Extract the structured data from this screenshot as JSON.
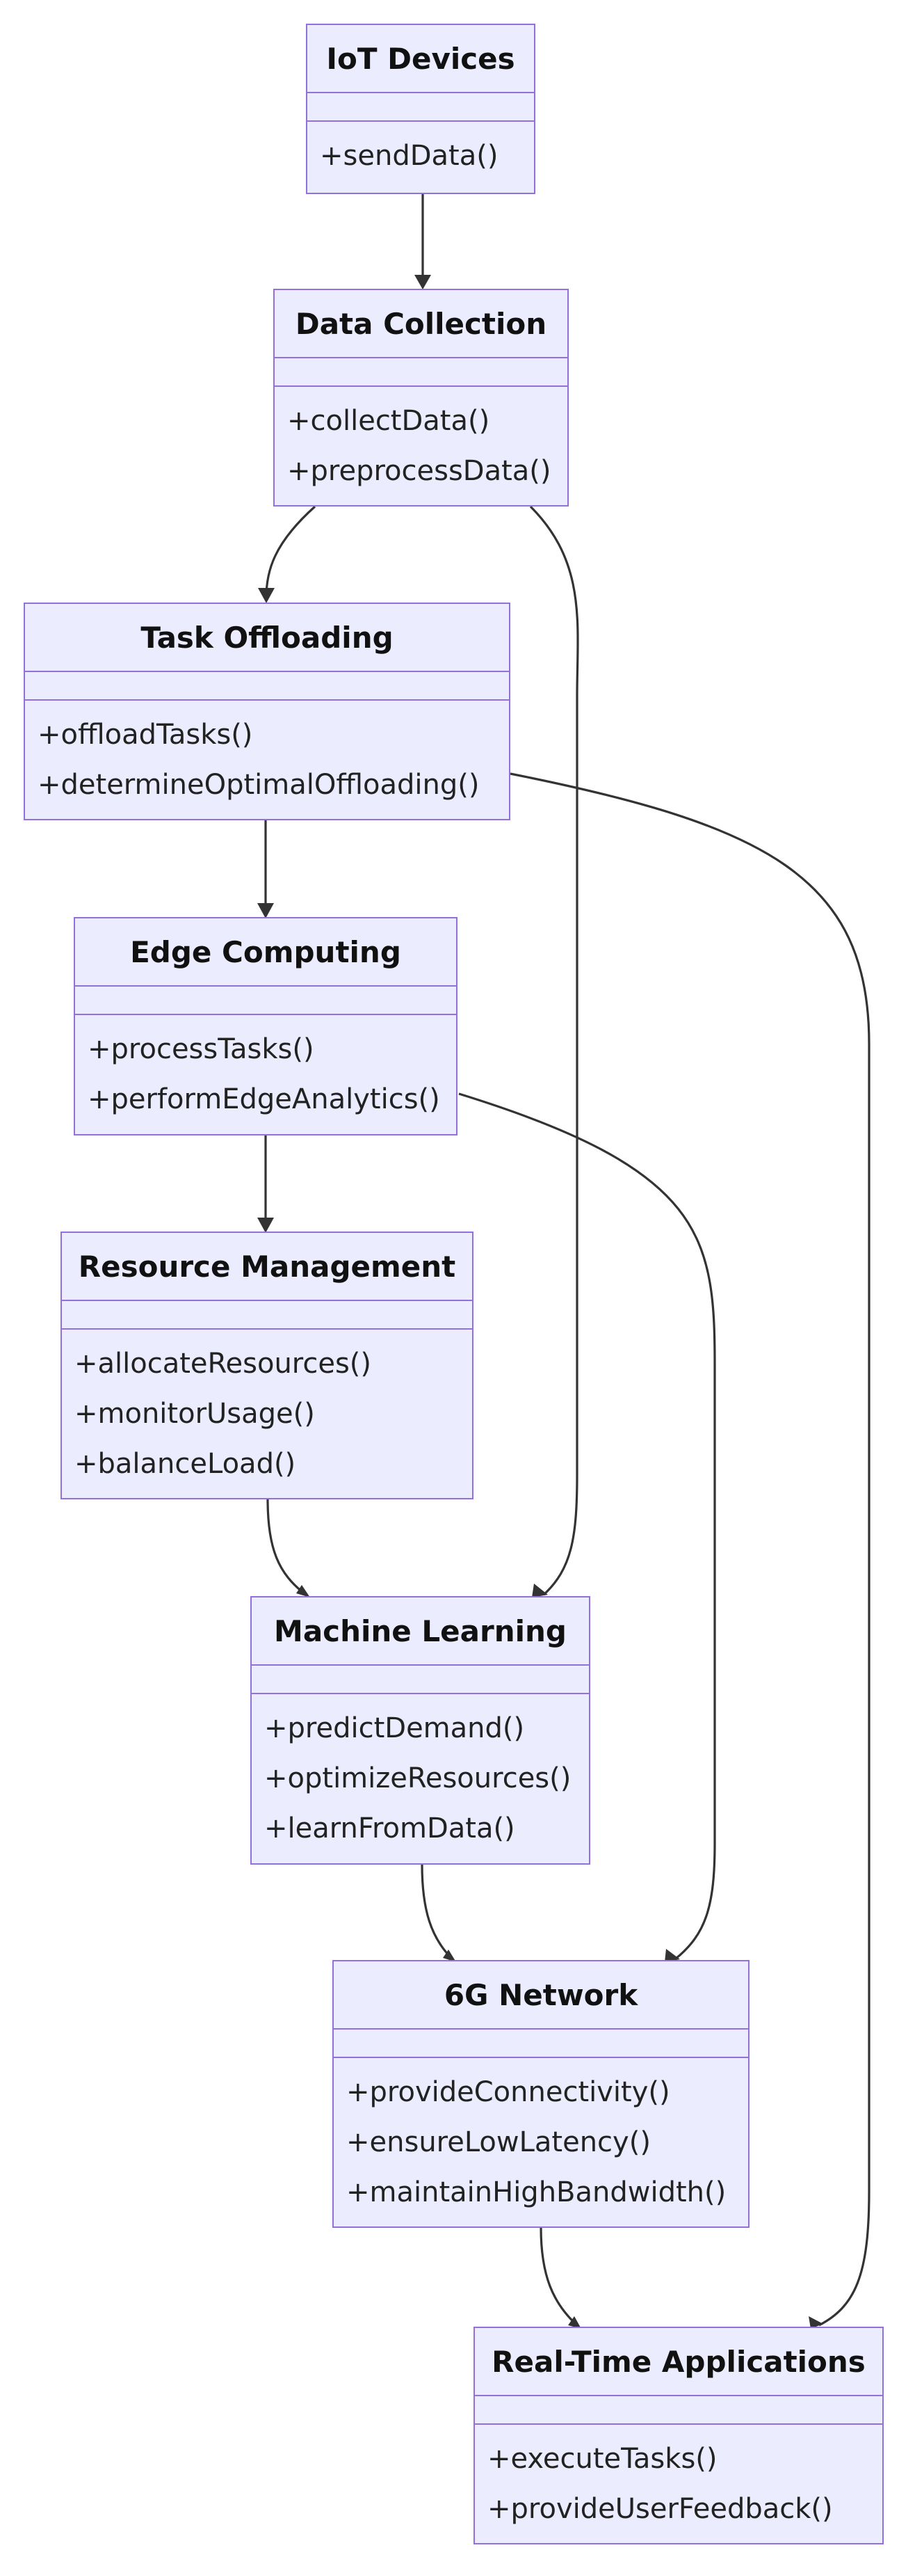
{
  "colors": {
    "node_fill": "#ECECFF",
    "node_border": "#9370DB",
    "edge": "#333333"
  },
  "nodes": {
    "iot_devices": {
      "title": "IoT Devices",
      "methods": [
        "+sendData()"
      ]
    },
    "data_collection": {
      "title": "Data Collection",
      "methods": [
        "+collectData()",
        "+preprocessData()"
      ]
    },
    "task_offloading": {
      "title": "Task Offloading",
      "methods": [
        "+offloadTasks()",
        "+determineOptimalOffloading()"
      ]
    },
    "edge_computing": {
      "title": "Edge Computing",
      "methods": [
        "+processTasks()",
        "+performEdgeAnalytics()"
      ]
    },
    "resource_management": {
      "title": "Resource Management",
      "methods": [
        "+allocateResources()",
        "+monitorUsage()",
        "+balanceLoad()"
      ]
    },
    "machine_learning": {
      "title": "Machine Learning",
      "methods": [
        "+predictDemand()",
        "+optimizeResources()",
        "+learnFromData()"
      ]
    },
    "network_6g": {
      "title": "6G Network",
      "methods": [
        "+provideConnectivity()",
        "+ensureLowLatency()",
        "+maintainHighBandwidth()"
      ]
    },
    "realtime_apps": {
      "title": "Real-Time Applications",
      "methods": [
        "+executeTasks()",
        "+provideUserFeedback()"
      ]
    }
  },
  "edges": [
    {
      "from": "iot_devices",
      "to": "data_collection"
    },
    {
      "from": "data_collection",
      "to": "task_offloading"
    },
    {
      "from": "data_collection",
      "to": "machine_learning"
    },
    {
      "from": "task_offloading",
      "to": "edge_computing"
    },
    {
      "from": "task_offloading",
      "to": "realtime_apps"
    },
    {
      "from": "edge_computing",
      "to": "resource_management"
    },
    {
      "from": "edge_computing",
      "to": "network_6g"
    },
    {
      "from": "resource_management",
      "to": "machine_learning"
    },
    {
      "from": "machine_learning",
      "to": "network_6g"
    },
    {
      "from": "network_6g",
      "to": "realtime_apps"
    }
  ]
}
